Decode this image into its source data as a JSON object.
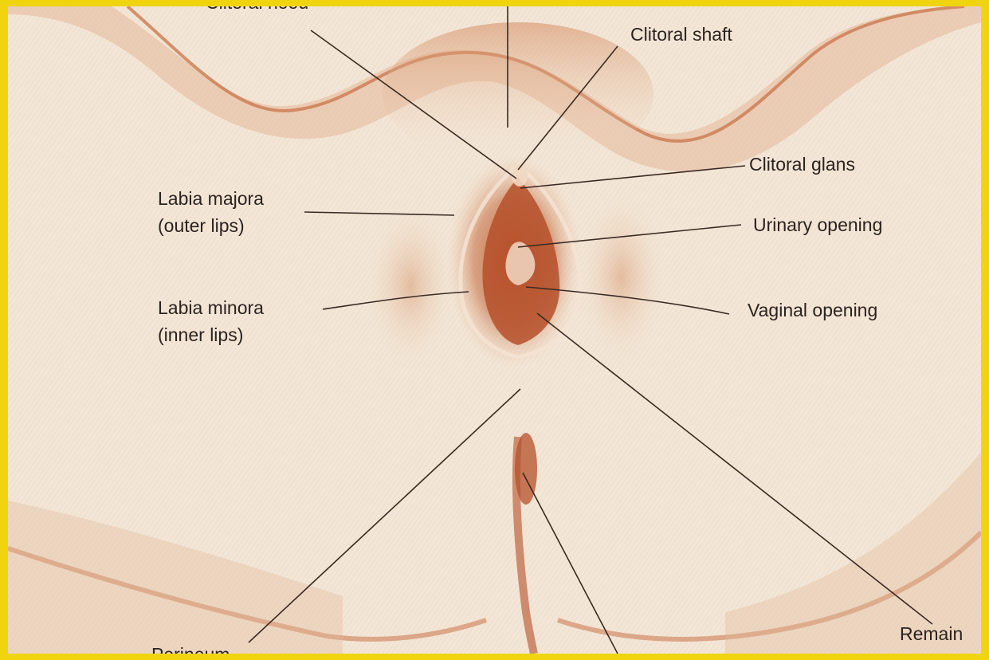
{
  "colors": {
    "frame": "#f1d410",
    "skin": "#f3e6d6",
    "shade": "#c8744a",
    "dark_tissue": "#b5502a",
    "line": "#3a2a22",
    "text": "#2b2320"
  },
  "labels": {
    "clitoral_hood": "Clitoral hood",
    "clitoral_shaft": "Clitoral shaft",
    "clitoral_glans": "Clitoral glans",
    "labia_majora_1": "Labia majora",
    "labia_majora_2": "(outer lips)",
    "urinary_opening": "Urinary opening",
    "labia_minora_1": "Labia minora",
    "labia_minora_2": "(inner lips)",
    "vaginal_opening": "Vaginal opening",
    "perineum": "Perineum",
    "remain": "Remain"
  }
}
